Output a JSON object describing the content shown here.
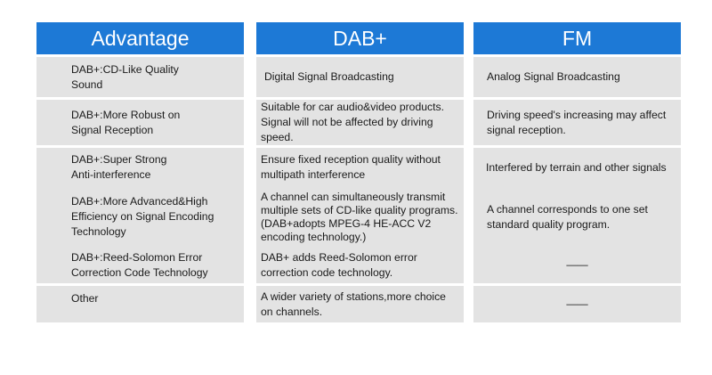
{
  "headers": [
    "Advantage",
    "DAB+",
    "FM"
  ],
  "rows": [
    {
      "advantage": "DAB+:CD-Like Quality\nSound",
      "dab": "Digital Signal Broadcasting",
      "fm": "Analog Signal Broadcasting"
    },
    {
      "advantage": "DAB+:More Robust on\nSignal Reception",
      "dab": "Suitable for car audio&video products.\nSignal will not be affected by driving\nspeed.",
      "fm": "Driving speed's increasing may affect\nsignal reception."
    },
    {
      "advantage": "DAB+:Super Strong\nAnti-interference",
      "dab": "Ensure fixed reception quality without\nmultipath interference",
      "fm": "Interfered by terrain and other signals"
    },
    {
      "advantage": "DAB+:More Advanced&High\nEfficiency on Signal Encoding\nTechnology",
      "dab": "A channel can simultaneously transmit\nmultiple sets of CD-like quality programs.\n(DAB+adopts MPEG-4 HE-ACC V2\nencoding technology.)",
      "fm": "A channel corresponds to one set\nstandard quality program."
    },
    {
      "advantage": "DAB+:Reed-Solomon Error\nCorrection Code Technology",
      "dab": "DAB+ adds Reed-Solomon error\ncorrection code technology.",
      "fm": "——"
    },
    {
      "advantage": "Other",
      "dab": "A wider variety of stations,more choice\non channels.",
      "fm": "——"
    }
  ]
}
